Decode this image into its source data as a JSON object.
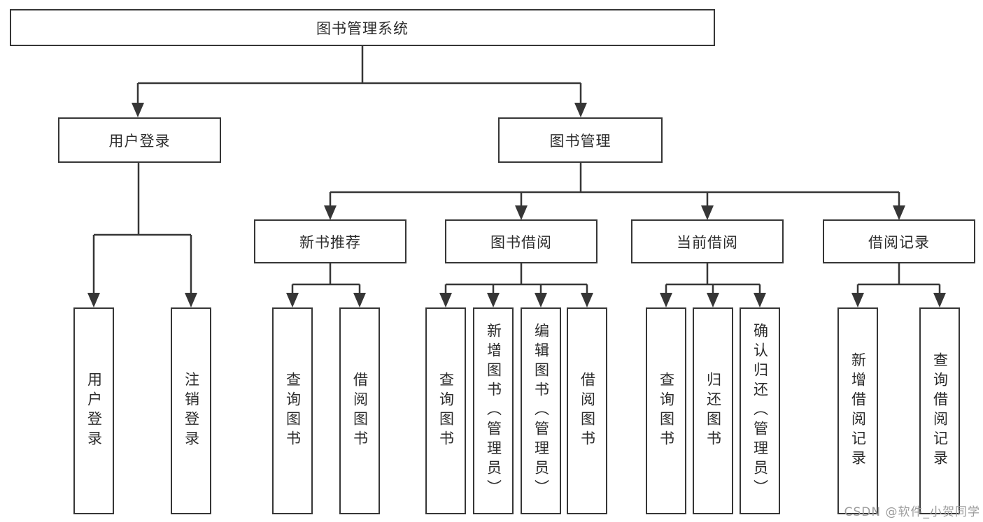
{
  "tree": {
    "label": "图书管理系统",
    "children": [
      {
        "label": "用户登录",
        "children": [
          {
            "label": "用户登录"
          },
          {
            "label": "注销登录"
          }
        ]
      },
      {
        "label": "图书管理",
        "children": [
          {
            "label": "新书推荐",
            "children": [
              {
                "label": "查询图书"
              },
              {
                "label": "借阅图书"
              }
            ]
          },
          {
            "label": "图书借阅",
            "children": [
              {
                "label": "查询图书"
              },
              {
                "label": "新增图书（管理员）"
              },
              {
                "label": "编辑图书（管理员）"
              },
              {
                "label": "借阅图书"
              }
            ]
          },
          {
            "label": "当前借阅",
            "children": [
              {
                "label": "查询图书"
              },
              {
                "label": "归还图书"
              },
              {
                "label": "确认归还（管理员）"
              }
            ]
          },
          {
            "label": "借阅记录",
            "children": [
              {
                "label": "新增借阅记录"
              },
              {
                "label": "查询借阅记录"
              }
            ]
          }
        ]
      }
    ]
  },
  "watermark": {
    "text": "CSDN @软件_小贺同学"
  },
  "colors": {
    "line": "#363636",
    "text": "#2b2b2b",
    "watermark": "#9c9c9c",
    "background": "#ffffff"
  }
}
